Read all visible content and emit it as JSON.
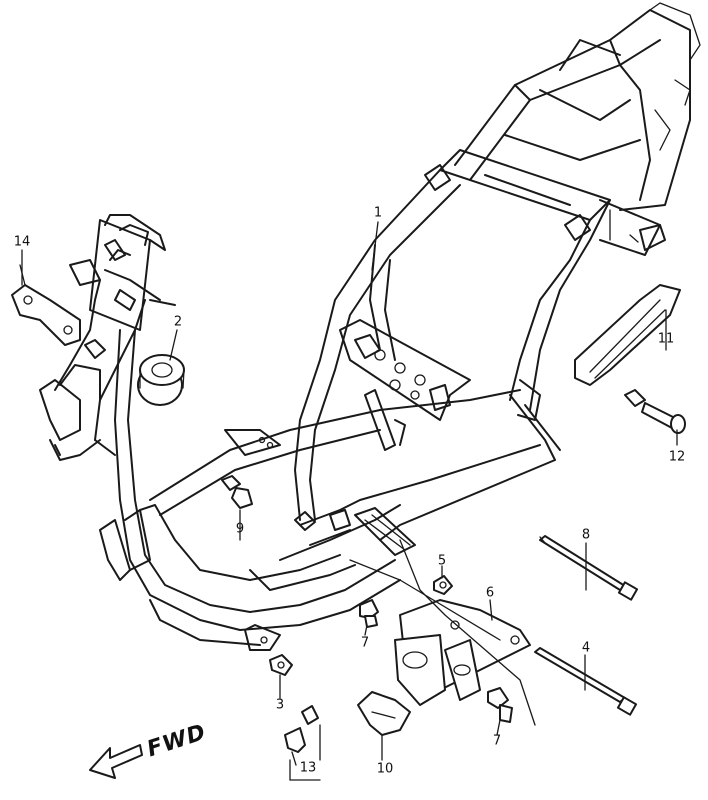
{
  "diagram": {
    "fwd_label": "FWD",
    "callouts": [
      {
        "id": "1",
        "label": "1"
      },
      {
        "id": "2",
        "label": "2"
      },
      {
        "id": "3",
        "label": "3"
      },
      {
        "id": "4",
        "label": "4"
      },
      {
        "id": "5",
        "label": "5"
      },
      {
        "id": "6",
        "label": "6"
      },
      {
        "id": "7a",
        "label": "7"
      },
      {
        "id": "7b",
        "label": "7"
      },
      {
        "id": "8",
        "label": "8"
      },
      {
        "id": "9",
        "label": "9"
      },
      {
        "id": "10",
        "label": "10"
      },
      {
        "id": "11",
        "label": "11"
      },
      {
        "id": "12",
        "label": "12"
      },
      {
        "id": "13",
        "label": "13"
      },
      {
        "id": "14",
        "label": "14"
      }
    ]
  }
}
